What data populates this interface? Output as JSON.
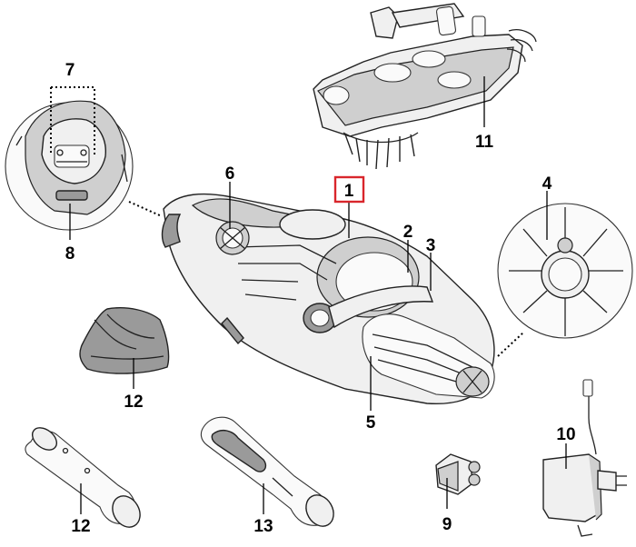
{
  "callouts": {
    "c1": "1",
    "c2": "2",
    "c3": "3",
    "c4": "4",
    "c5": "5",
    "c6": "6",
    "c7": "7",
    "c8": "8",
    "c9": "9",
    "c10": "10",
    "c11": "11",
    "c12a": "12",
    "c12b": "12",
    "c13": "13"
  },
  "colors": {
    "highlight_box": "#d9262c",
    "outline": "#222222",
    "fill_light": "#f0f0f0",
    "fill_dark": "#9a9a9a"
  }
}
